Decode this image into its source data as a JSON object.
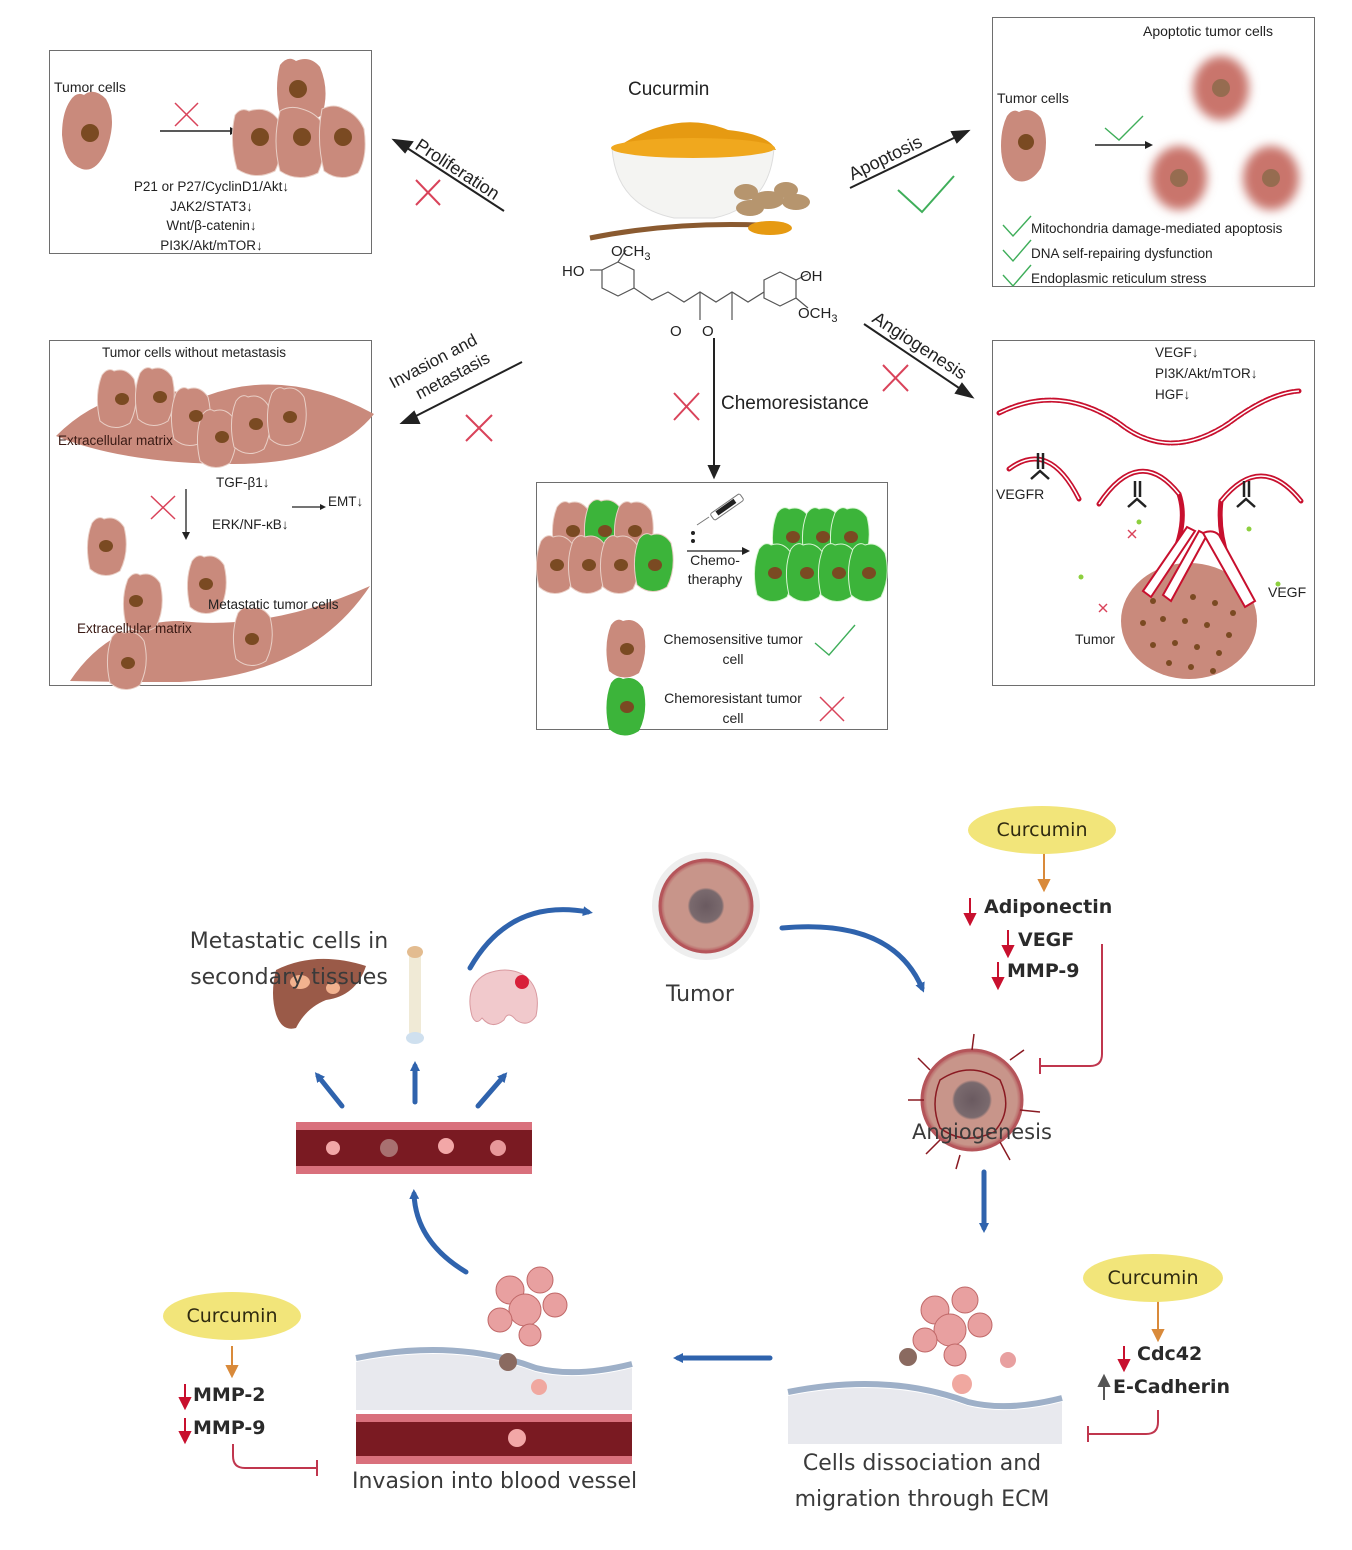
{
  "top_figure": {
    "center": {
      "title": "Cucurmin",
      "molecule": {
        "substituents": [
          "HO",
          "OCH3",
          "OH",
          "OCH3",
          "O",
          "O"
        ]
      }
    },
    "pathways": [
      {
        "label": "Proliferation",
        "status": "inhibited"
      },
      {
        "label": "Apoptosis",
        "status": "promoted"
      },
      {
        "label_line1": "Invasion and",
        "label_line2": "metastasis",
        "status": "inhibited"
      },
      {
        "label": "Angiogenesis",
        "status": "inhibited"
      },
      {
        "label": "Chemoresistance",
        "status": "inhibited"
      }
    ],
    "proliferation_panel": {
      "cell_label": "Tumor cells",
      "markers": [
        "P21 or P27/CyclinD1/Akt",
        "JAK2/STAT3",
        "Wnt/β-catenin",
        "PI3K/Akt/mTOR"
      ]
    },
    "apoptosis_panel": {
      "cell_label": "Tumor cells",
      "result_label": "Apoptotic tumor cells",
      "effects": [
        "Mitochondria damage-mediated apoptosis",
        "DNA self-repairing dysfunction",
        "Endoplasmic reticulum stress"
      ]
    },
    "metastasis_panel": {
      "top_label": "Tumor cells without metastasis",
      "matrix_label_top": "Extracellular matrix",
      "markers": [
        "TGF-β1",
        "ERK/NF-κB"
      ],
      "result_marker": "EMT",
      "metastatic_label": "Metastatic tumor cells",
      "matrix_label_bottom": "Extracellular matrix"
    },
    "chemo_panel": {
      "arrow_label_line1": "Chemo-",
      "arrow_label_line2": "theraphy",
      "legend": [
        {
          "line1": "Chemosensitive tumor",
          "line2": "cell",
          "color": "#c98a7c",
          "status": "check"
        },
        {
          "line1": "Chemoresistant tumor",
          "line2": "cell",
          "color": "#3cb43a",
          "status": "cross"
        }
      ]
    },
    "angiogenesis_panel": {
      "markers": [
        "VEGF",
        "PI3K/Akt/mTOR",
        "HGF"
      ],
      "receptor_label": "VEGFR",
      "ligand_label": "VEGF",
      "tumor_label": "Tumor"
    },
    "down_arrow_symbol": "↓",
    "colors": {
      "cell": "#c98a7c",
      "nucleus": "#7a4a22",
      "resistant": "#3cb43a",
      "cross": "#d9435a",
      "check": "#3fae5a",
      "vessel": "#c8102e"
    }
  },
  "bottom_figure": {
    "stages": [
      {
        "label": "Tumor"
      },
      {
        "label": "Angiogenesis"
      },
      {
        "label_line1": "Cells dissociation and",
        "label_line2": "migration through ECM"
      },
      {
        "label": "Invasion into blood vessel"
      },
      {
        "label_line1": "Metastatic cells in",
        "label_line2": "secondary tissues"
      }
    ],
    "curcumin_boxes": [
      {
        "label": "Curcumin",
        "effects": [
          {
            "dir": "down",
            "text": "Adiponectin"
          },
          {
            "dir": "down",
            "text": "VEGF"
          },
          {
            "dir": "down",
            "text": "MMP-9"
          }
        ]
      },
      {
        "label": "Curcumin",
        "effects": [
          {
            "dir": "down",
            "text": "Cdc42"
          },
          {
            "dir": "up",
            "text": "E-Cadherin"
          }
        ]
      },
      {
        "label": "Curcumin",
        "effects": [
          {
            "dir": "down",
            "text": "MMP-2"
          },
          {
            "dir": "down",
            "text": "MMP-9"
          }
        ]
      }
    ],
    "organs": [
      "liver",
      "bone",
      "brain"
    ],
    "colors": {
      "flow_arrow": "#2f63ad",
      "curcumin_pill": "#f2e57a",
      "curcumin_arrow": "#d98a3a",
      "down_arrow": "#c8102e",
      "up_arrow": "#555555",
      "inhibit_line": "#c0364e",
      "vessel_dark": "#7a1a22",
      "vessel_light": "#d9707c"
    }
  }
}
